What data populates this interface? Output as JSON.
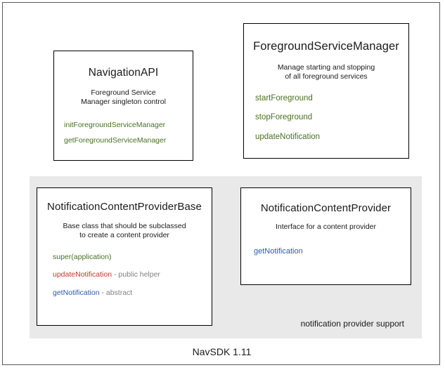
{
  "diagram": {
    "footer_label": "NavSDK 1.11",
    "panel_caption": "notification provider support",
    "colors": {
      "method_green": "#4a7023",
      "method_blue": "#2a5caa",
      "method_red": "#c0392b",
      "note_gray": "#808080",
      "panel_background": "#e9e9e9",
      "box_border": "#000000",
      "frame_border": "#5a5a5a"
    },
    "boxes": {
      "navigation_api": {
        "title": "NavigationAPI",
        "description_line1": "Foreground Service",
        "description_line2": "Manager singleton control",
        "methods": [
          {
            "name": "initForegroundServiceManager",
            "note": ""
          },
          {
            "name": "getForegroundServiceManager",
            "note": ""
          }
        ]
      },
      "foreground_service_manager": {
        "title": "ForegroundServiceManager",
        "description_line1": "Manage starting and stopping",
        "description_line2": "of all foreground services",
        "methods": [
          {
            "name": "startForeground",
            "note": ""
          },
          {
            "name": "stopForeground",
            "note": ""
          },
          {
            "name": "updateNotification",
            "note": ""
          }
        ]
      },
      "notification_content_provider_base": {
        "title": "NotificationContentProviderBase",
        "description_line1": "Base class that should be subclassed",
        "description_line2": "to create a content provider",
        "methods": [
          {
            "name": "super(application)",
            "note": ""
          },
          {
            "name": "updateNotification",
            "note": " - public helper"
          },
          {
            "name": "getNotification",
            "note": " - abstract"
          }
        ]
      },
      "notification_content_provider": {
        "title": "NotificationContentProvider",
        "description_line1": "Interface for a content provider",
        "description_line2": "",
        "methods": [
          {
            "name": "getNotification",
            "note": ""
          }
        ]
      }
    }
  }
}
